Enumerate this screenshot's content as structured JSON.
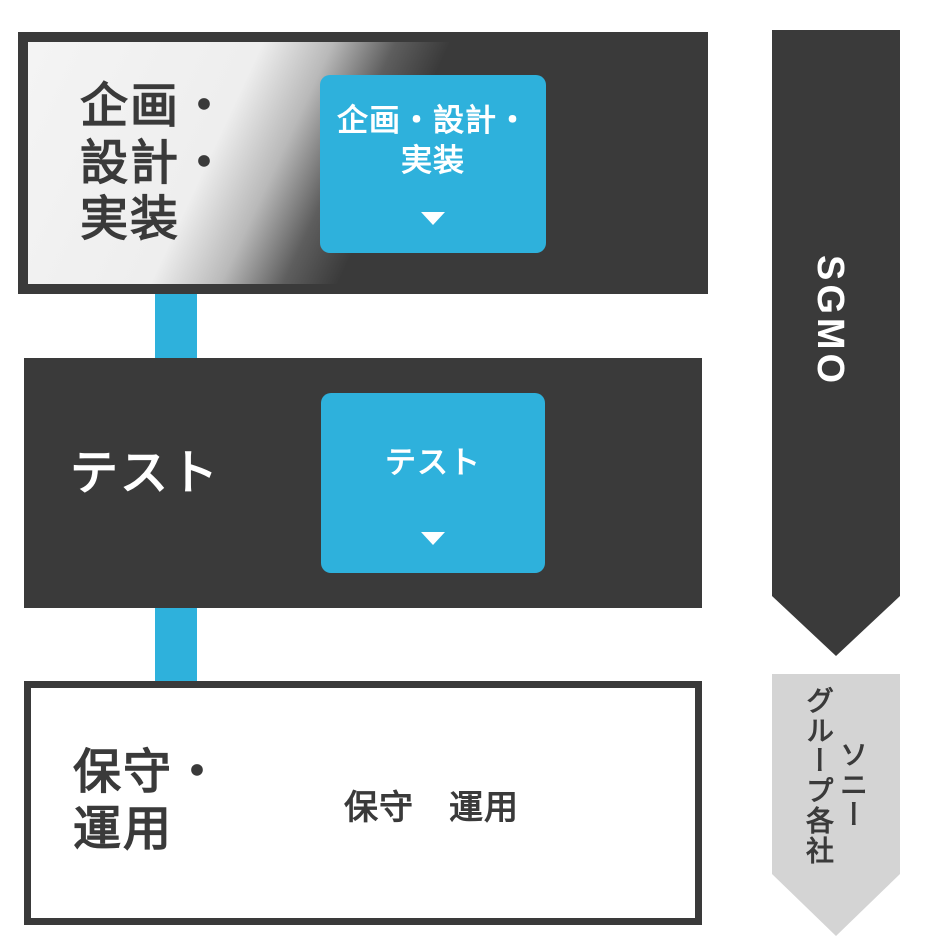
{
  "phases": [
    {
      "label": "企画・\n設計・\n実装",
      "card": {
        "label": "企画・設計・\n実装"
      }
    },
    {
      "label": "テスト",
      "card": {
        "label": "テスト"
      }
    },
    {
      "label": "保守・\n運用",
      "text": "保守　運用"
    }
  ],
  "owners": {
    "primary": {
      "label": "SGMO",
      "color": "#3a3a3a"
    },
    "secondary": {
      "line1": "ソニー",
      "line2": "グループ各社",
      "color": "#d4d4d4"
    }
  },
  "colors": {
    "accent": "#2eb1dc",
    "dark": "#3a3a3a",
    "light": "#ffffff"
  }
}
